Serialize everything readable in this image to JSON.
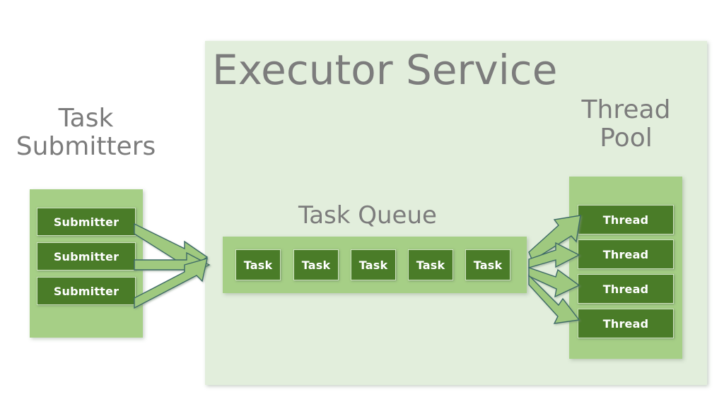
{
  "diagram": {
    "title": "Executor Service",
    "background": "#ffffff",
    "colors": {
      "outer_panel": "#e2eedc",
      "group_fill": "#a6cf86",
      "item_fill": "#4a7c28",
      "item_text": "#ffffff",
      "caption_text": "#7c7c7c",
      "arrow_fill": "#9fc97f",
      "arrow_stroke": "#3d6b66"
    }
  },
  "submitters": {
    "caption": "Task\nSubmitters",
    "items": [
      {
        "label": "Submitter"
      },
      {
        "label": "Submitter"
      },
      {
        "label": "Submitter"
      }
    ]
  },
  "task_queue": {
    "caption": "Task Queue",
    "items": [
      {
        "label": "Task"
      },
      {
        "label": "Task"
      },
      {
        "label": "Task"
      },
      {
        "label": "Task"
      },
      {
        "label": "Task"
      }
    ]
  },
  "thread_pool": {
    "caption": "Thread\nPool",
    "items": [
      {
        "label": "Thread"
      },
      {
        "label": "Thread"
      },
      {
        "label": "Thread"
      },
      {
        "label": "Thread"
      }
    ]
  },
  "flows": {
    "submitters_to_queue_count": 3,
    "queue_to_threads_count": 4
  }
}
